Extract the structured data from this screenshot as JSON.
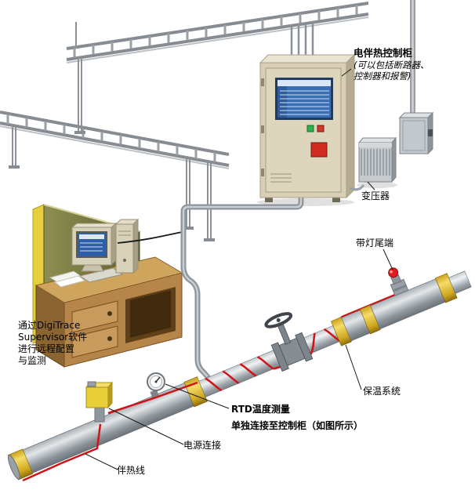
{
  "labels": {
    "cabinet": {
      "title": "电伴热控制柜",
      "sub1": "(可以包括断路器、",
      "sub2": "控制器和报警)"
    },
    "transformer": "变压器",
    "end_termination": "带灯尾端",
    "supervisor": {
      "line1": "通过DigiTrace",
      "line2": "Supervisor软件",
      "line3": "进行远程配置",
      "line4": "与监测"
    },
    "insulation": "保温系统",
    "rtd": "RTD温度测量",
    "rtd_note": "单独连接至控制柜（如图所示）",
    "power_connection": "电源连接",
    "heat_trace": "伴热线"
  },
  "colors": {
    "heat_trace_red": "#cf1417",
    "insulation_yellow": "#e8cf3a",
    "cabinet_beige": "#d8cfb6",
    "screen_blue": "#3a6fb5",
    "pipe_gray": "#9aa0a5",
    "desk_brown": "#b5854a",
    "wall_olive": "#7c7f45"
  }
}
